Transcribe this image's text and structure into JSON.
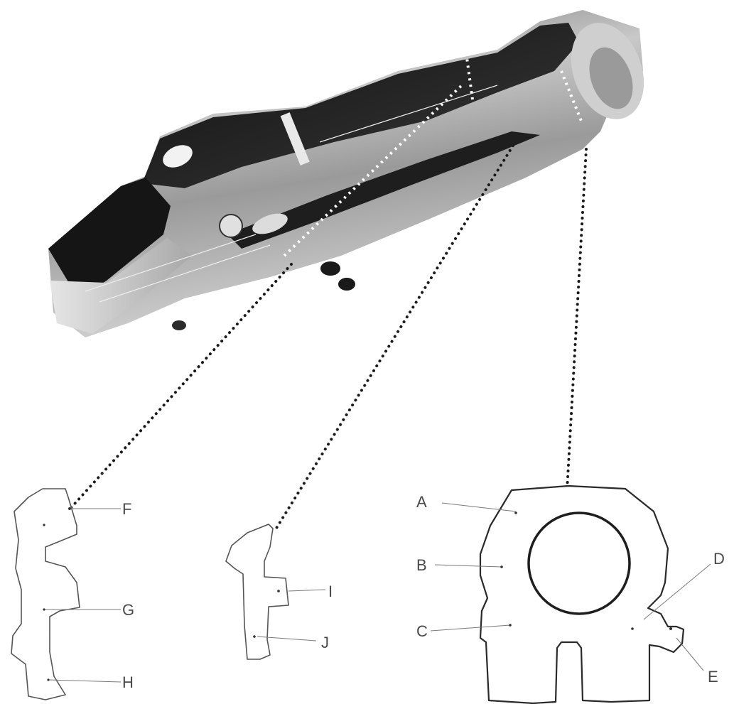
{
  "figure": {
    "photo": {
      "subject": "receiver-photo"
    },
    "sections": [
      {
        "id": "section-left",
        "labels": [
          "F",
          "G",
          "H"
        ]
      },
      {
        "id": "section-middle",
        "labels": [
          "I",
          "J"
        ]
      },
      {
        "id": "section-right",
        "labels": [
          "A",
          "B",
          "C",
          "D",
          "E"
        ]
      }
    ]
  },
  "labels": {
    "A": "A",
    "B": "B",
    "C": "C",
    "D": "D",
    "E": "E",
    "F": "F",
    "G": "G",
    "H": "H",
    "I": "I",
    "J": "J"
  },
  "colors": {
    "ink": "#2a2a2a",
    "photo_dark": "#1c1c1c",
    "photo_mid": "#8a8a8a",
    "photo_light": "#d8d8d8"
  }
}
